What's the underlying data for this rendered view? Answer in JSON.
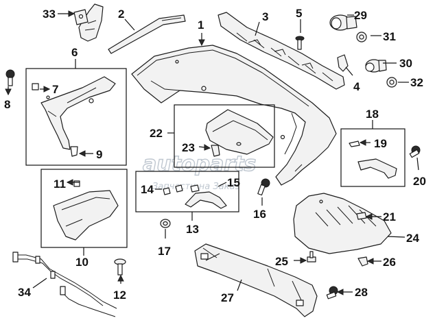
{
  "diagram": {
    "callouts": [
      "1",
      "2",
      "3",
      "4",
      "5",
      "6",
      "7",
      "8",
      "9",
      "11",
      "12",
      "13",
      "14",
      "15",
      "16",
      "17",
      "18",
      "19",
      "20",
      "21",
      "22",
      "23",
      "24",
      "25",
      "26",
      "27",
      "28",
      "29",
      "30",
      "31",
      "32",
      "33",
      "34",
      "10"
    ],
    "watermark": {
      "logo": "autoparts",
      "tagline": "Запчасти на Заказ"
    },
    "colors": {
      "ink": "#111111",
      "fill": "#f2f2f2",
      "watermark": "#b9c2cc"
    }
  }
}
